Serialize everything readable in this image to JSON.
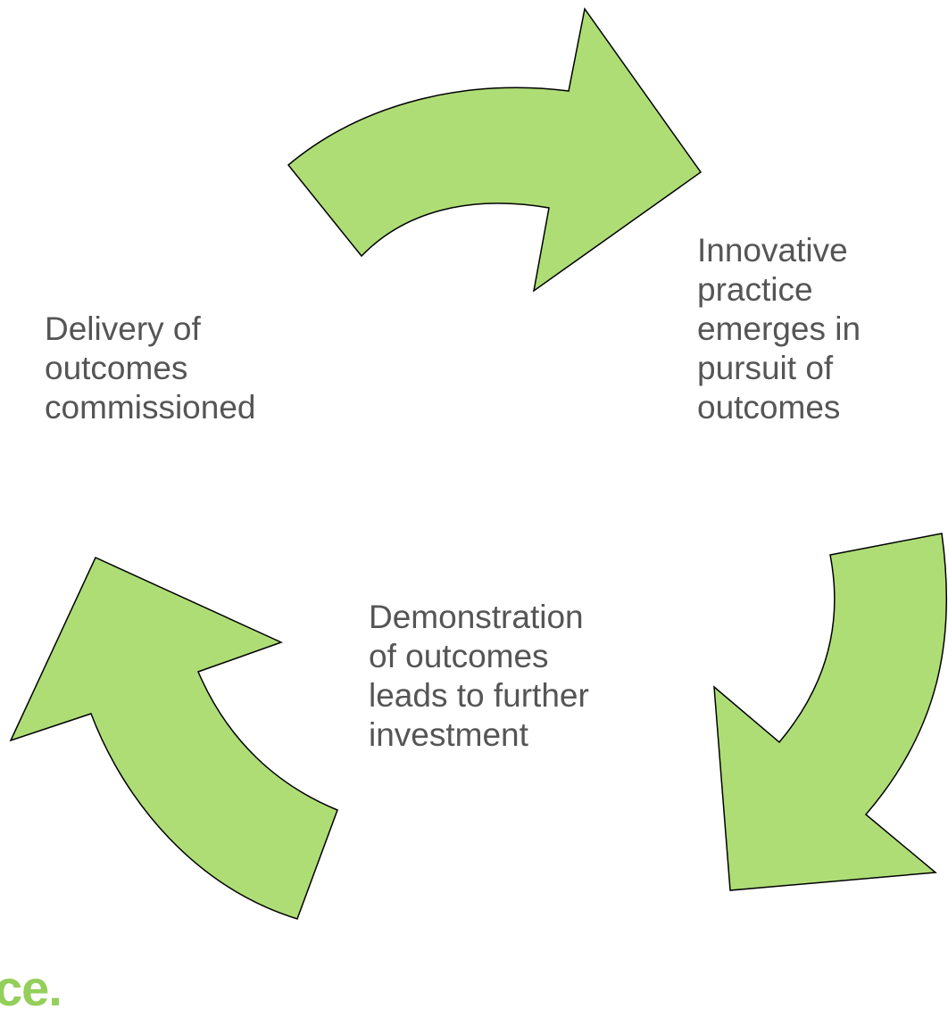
{
  "diagram": {
    "labels": {
      "innovative": "Innovative\npractice\nemerges in\npursuit of\noutcomes",
      "delivery": "Delivery of\noutcomes\ncommissioned",
      "demonstration": "Demonstration\nof outcomes\nleads to further\ninvestment"
    },
    "arrow_fill": "#aedd76",
    "arrow_stroke": "#000000",
    "label_color": "#555555"
  },
  "brand": {
    "fragment": "ce."
  }
}
